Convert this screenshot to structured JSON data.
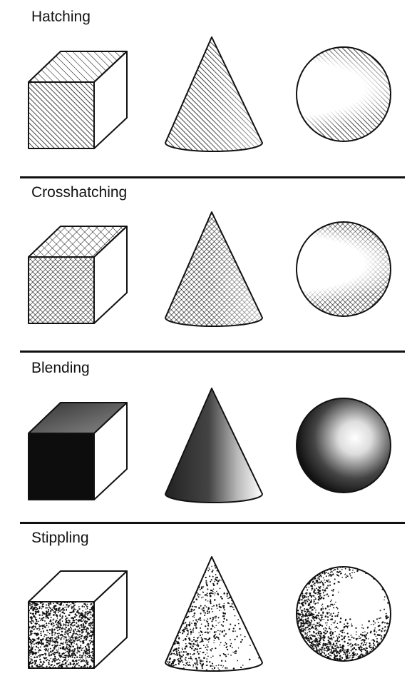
{
  "sections": [
    {
      "id": "hatching",
      "title": "Hatching",
      "technique": "hatching"
    },
    {
      "id": "crosshatching",
      "title": "Crosshatching",
      "technique": "crosshatching"
    },
    {
      "id": "blending",
      "title": "Blending",
      "technique": "blending"
    },
    {
      "id": "stippling",
      "title": "Stippling",
      "technique": "stippling"
    }
  ],
  "shapes": [
    "cube",
    "cone",
    "sphere"
  ],
  "colors": {
    "ink": "#111111",
    "paper": "#ffffff"
  }
}
